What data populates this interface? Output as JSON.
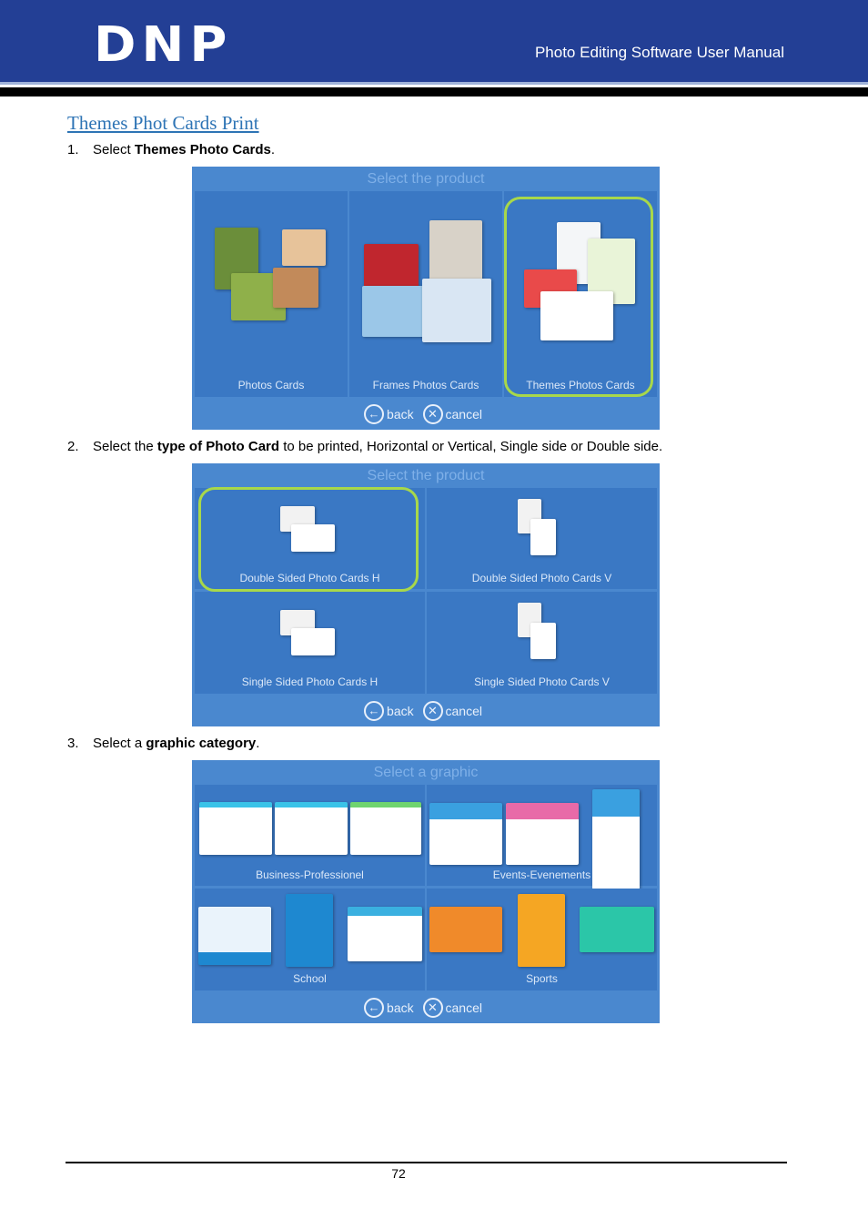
{
  "header": {
    "logo": "DNP",
    "doc_title": "Photo Editing Software User Manual"
  },
  "section_title": "Themes Phot Cards Print",
  "steps": [
    {
      "num": "1.",
      "pre": "Select ",
      "bold": "Themes Photo Cards",
      "post": "."
    },
    {
      "num": "2.",
      "pre": "Select the ",
      "bold": "type of Photo Card",
      "post": " to be printed, Horizontal or Vertical, Single side or Double side."
    },
    {
      "num": "3.",
      "pre": "Select a ",
      "bold": "graphic category",
      "post": "."
    }
  ],
  "screen1": {
    "title": "Select the product",
    "tiles": [
      "Photos Cards",
      "Frames Photos Cards",
      "Themes Photos Cards"
    ],
    "back": "back",
    "cancel": "cancel"
  },
  "screen2": {
    "title": "Select the product",
    "tiles": [
      "Double Sided Photo Cards H",
      "Double Sided Photo Cards V",
      "Single Sided Photo Cards H",
      "Single Sided Photo Cards V"
    ],
    "back": "back",
    "cancel": "cancel"
  },
  "screen3": {
    "title": "Select a graphic",
    "tiles": [
      "Business-Professionel",
      "Events-Evenements",
      "School",
      "Sports"
    ],
    "back": "back",
    "cancel": "cancel"
  },
  "footer": {
    "page_number": "72"
  },
  "colors": {
    "header": "#233f95",
    "screen_bg": "#4a88cf",
    "highlight": "#a8d84a",
    "link": "#2e74b5"
  },
  "icons": {
    "back": "back-arrow-icon",
    "cancel": "cancel-x-icon"
  }
}
